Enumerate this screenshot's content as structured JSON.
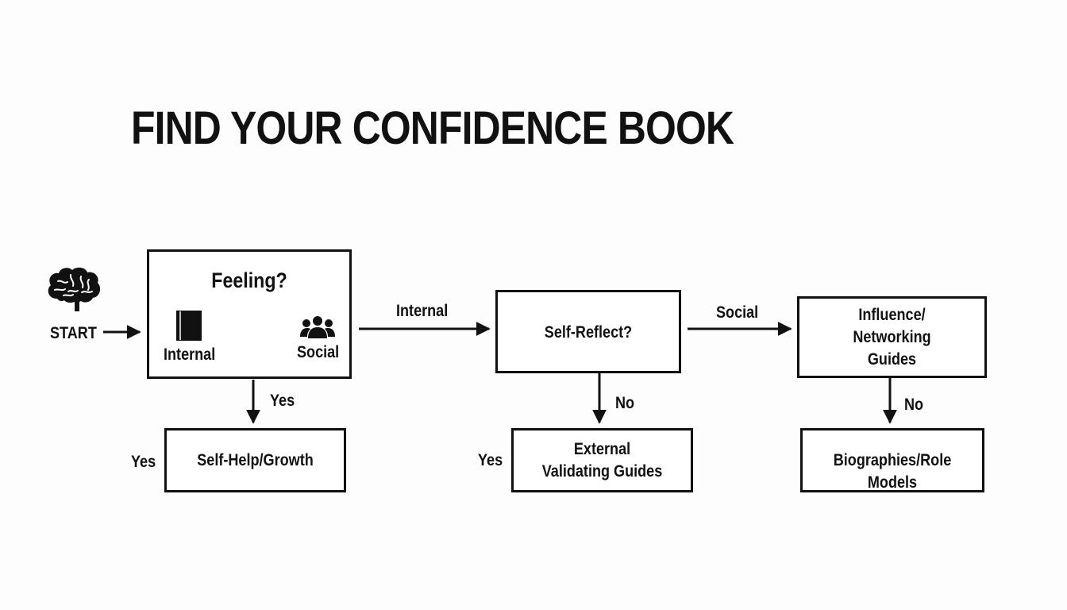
{
  "title": "FIND YOUR CONFIDENCE BOOK",
  "start": {
    "label": "START",
    "icon": "brain-icon"
  },
  "feeling": {
    "title": "Feeling?",
    "internal_label": "Internal",
    "internal_icon": "book-icon",
    "social_label": "Social",
    "social_icon": "people-icon"
  },
  "self_reflect": {
    "label": "Self-Reflect?"
  },
  "influence": {
    "line1": "Influence/",
    "line2": "Networking",
    "line3": "Guides"
  },
  "self_help": {
    "label": "Self-Help/Growth"
  },
  "external": {
    "line1": "External",
    "line2": "Validating Guides"
  },
  "biographies": {
    "label": "Biographies/Role Models"
  },
  "edges": {
    "internal": "Internal",
    "social": "Social",
    "feeling_yes": "Yes",
    "self_help_yes": "Yes",
    "reflect_no": "No",
    "external_yes": "Yes",
    "influence_no": "No"
  }
}
